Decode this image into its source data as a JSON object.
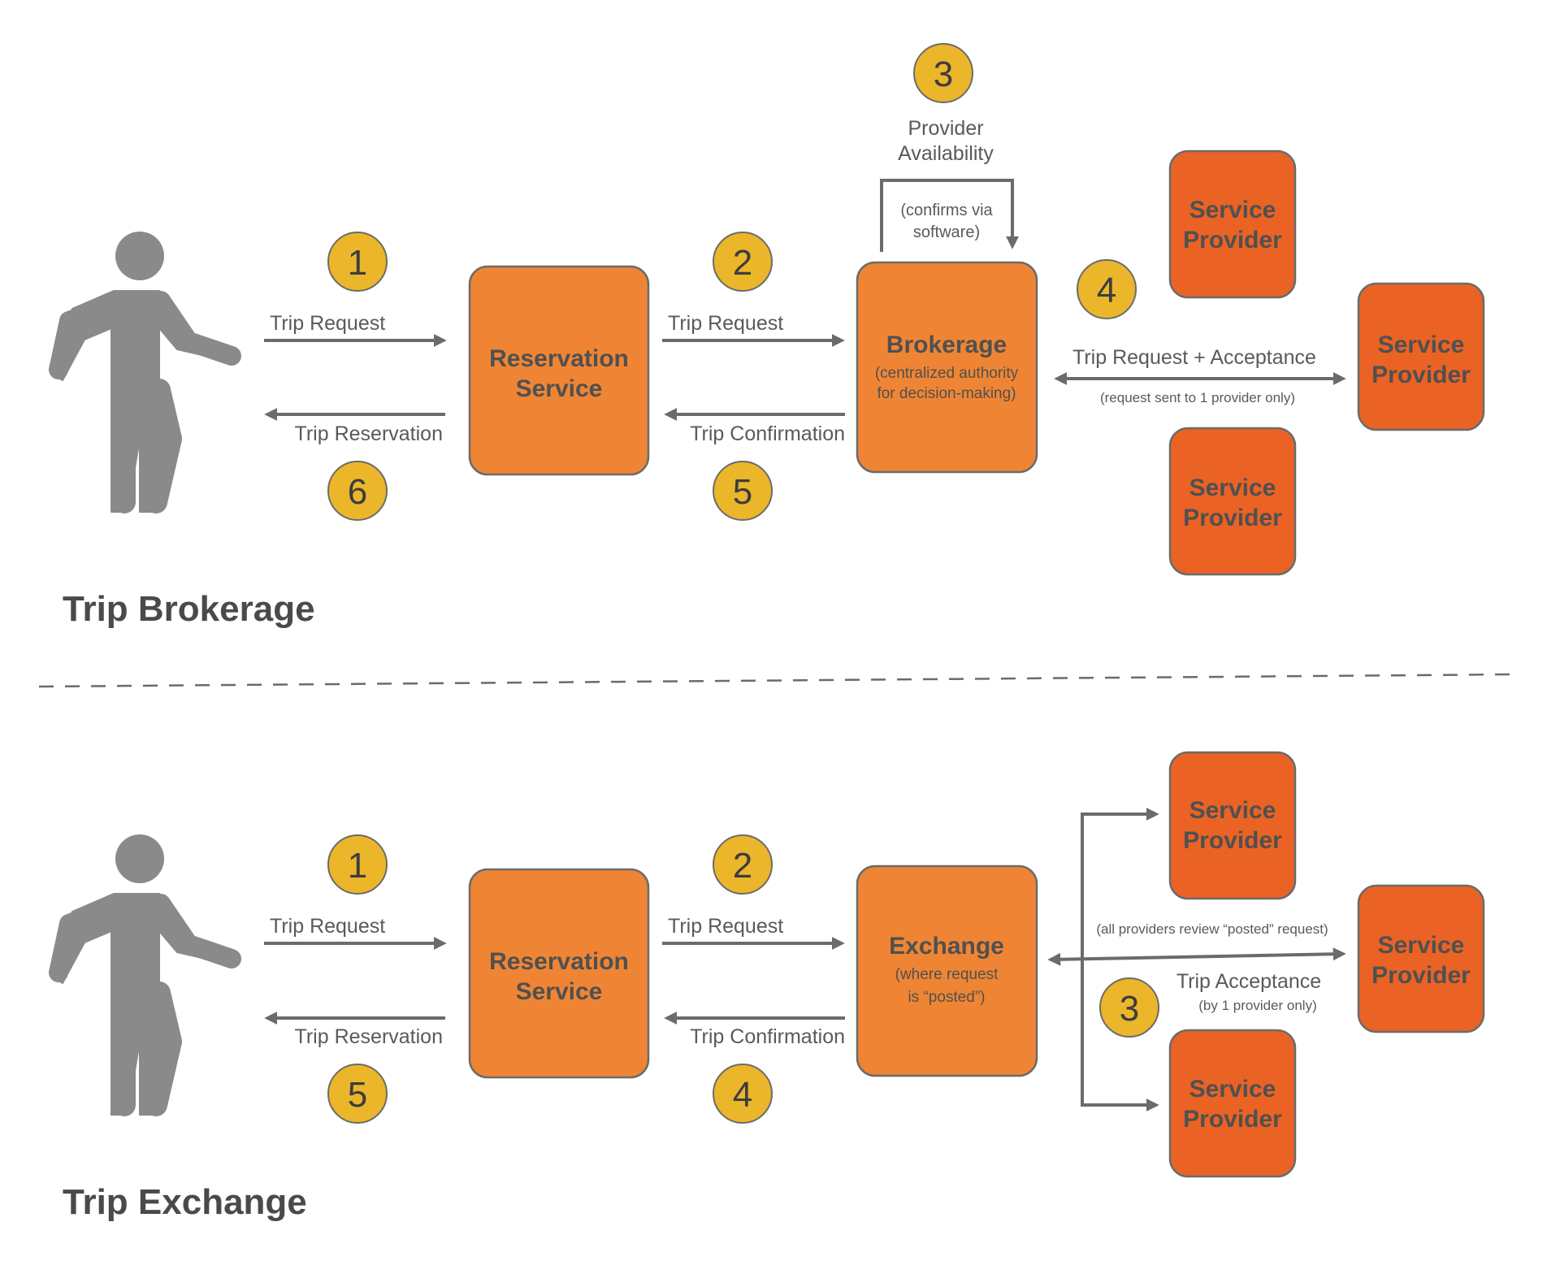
{
  "colors": {
    "main_box": "#EF8534",
    "provider_box": "#EA6324",
    "box_border": "#6b6b6b",
    "badge": "#EBB62A",
    "figure": "#8a8a8a",
    "arrow": "#6b6b6b"
  },
  "icons": {
    "person": "person-icon"
  },
  "brokerage": {
    "title": "Trip Brokerage",
    "steps": [
      "1",
      "2",
      "3",
      "4",
      "5",
      "6"
    ],
    "reservation": {
      "line1": "Reservation",
      "line2": "Service"
    },
    "brokerage_box": {
      "title": "Brokerage",
      "sub1": "(centralized authority",
      "sub2": "for decision-making)"
    },
    "labels": {
      "trip_request": "Trip Request",
      "trip_reservation": "Trip Reservation",
      "trip_confirmation": "Trip Confirmation",
      "provider_availability_1": "Provider",
      "provider_availability_2": "Availability",
      "confirms_1": "(confirms via",
      "confirms_2": "software)",
      "request_acceptance": "Trip Request + Acceptance",
      "request_note": "(request sent to 1 provider only)"
    },
    "provider": {
      "line1": "Service",
      "line2": "Provider"
    }
  },
  "exchange": {
    "title": "Trip Exchange",
    "steps": [
      "1",
      "2",
      "3",
      "4",
      "5"
    ],
    "reservation": {
      "line1": "Reservation",
      "line2": "Service"
    },
    "exchange_box": {
      "title": "Exchange",
      "sub1": "(where request",
      "sub2": "is “posted”)"
    },
    "labels": {
      "trip_request": "Trip Request",
      "trip_reservation": "Trip Reservation",
      "trip_confirmation": "Trip Confirmation",
      "all_review": "(all providers review “posted” request)",
      "trip_acceptance": "Trip Acceptance",
      "acceptance_note": "(by 1 provider only)"
    },
    "provider": {
      "line1": "Service",
      "line2": "Provider"
    }
  }
}
